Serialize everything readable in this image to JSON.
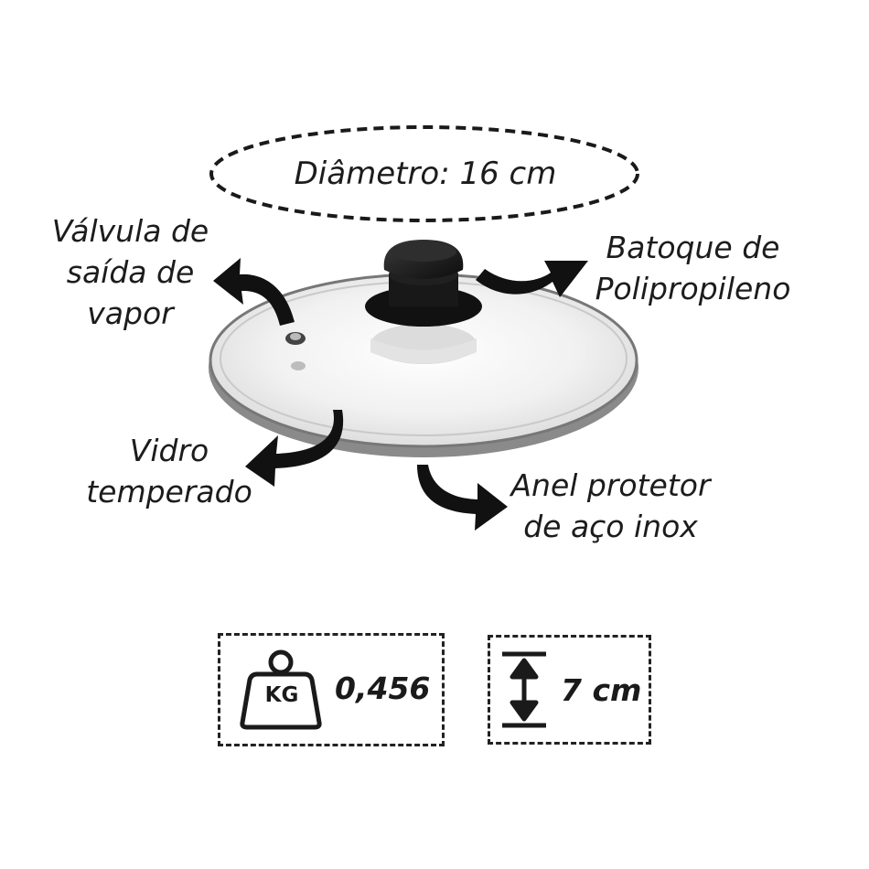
{
  "labels": {
    "diameter": "Diâmetro: 16 cm",
    "valve": [
      "Válvula de",
      "saída de",
      "vapor"
    ],
    "knob": [
      "Batoque de",
      "Polipropileno"
    ],
    "glass": [
      "Vidro",
      "temperado"
    ],
    "ring": [
      "Anel protetor",
      "de aço inox"
    ]
  },
  "specs": {
    "weight_unit": "KG",
    "weight_value": "0,456",
    "height_value": "7 cm"
  },
  "icons": {
    "weight": "kettlebell-weight-icon",
    "height": "vertical-height-arrow-icon"
  },
  "colors": {
    "ink": "#1a1a1a",
    "rim": "#6f6f6f",
    "glass": "#ececec",
    "knob": "#1e1e1e"
  }
}
